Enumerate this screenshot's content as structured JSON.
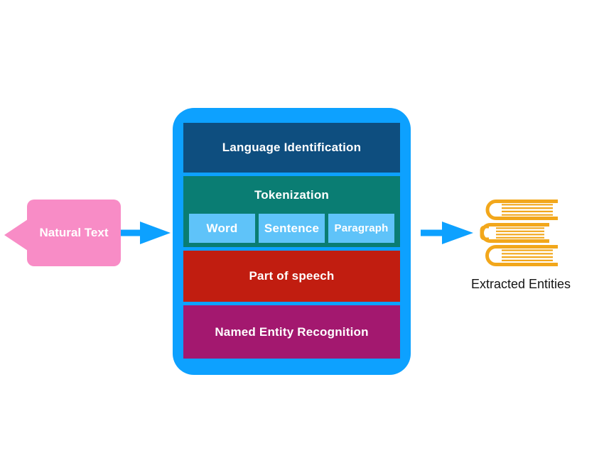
{
  "diagram": {
    "input": {
      "label": "Natural Text"
    },
    "pipeline": {
      "stages": [
        {
          "label": "Language Identification"
        },
        {
          "label": "Tokenization",
          "sub_items": [
            {
              "label": "Word"
            },
            {
              "label": "Sentence"
            },
            {
              "label": "Paragraph"
            }
          ]
        },
        {
          "label": "Part of speech"
        },
        {
          "label": "Named Entity Recognition"
        }
      ]
    },
    "output": {
      "label": "Extracted Entities",
      "icon": "books-icon"
    },
    "colors": {
      "container_blue": "#0DA1FF",
      "arrow_blue": "#0DA1FF",
      "language_identification_bg": "#0E4E7F",
      "tokenization_bg": "#0A7D73",
      "tokenization_sub_bg": "#5FC3F9",
      "part_of_speech_bg": "#C11D10",
      "named_entity_recognition_bg": "#A3186F",
      "input_pink": "#F88CC6",
      "books_yellow": "#F2A71B",
      "box_text": "#FFFFFF",
      "caption_text": "#141414"
    }
  }
}
